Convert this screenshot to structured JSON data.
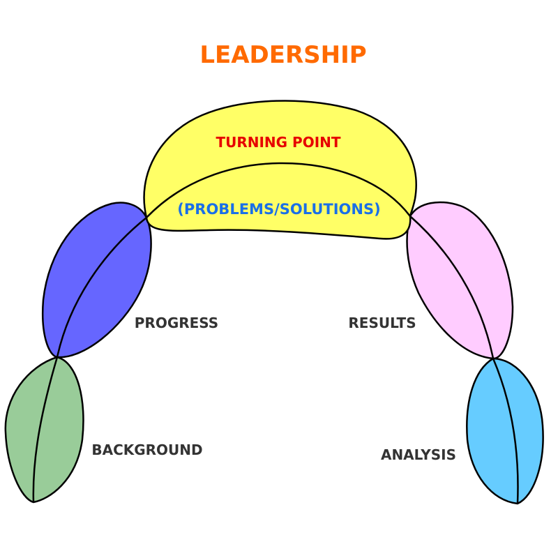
{
  "title": {
    "text": "LEADERSHIP",
    "color": "#ff6a00"
  },
  "arch": {
    "top": {
      "label": "TURNING POINT",
      "label_color": "#e60000",
      "sublabel": "(PROBLEMS/SOLUTIONS)",
      "sublabel_color": "#1a6fe8",
      "fill": "#ffff66"
    },
    "left_upper": {
      "label": "PROGRESS",
      "fill": "#6666ff"
    },
    "left_lower": {
      "label": "BACKGROUND",
      "fill": "#99cc99"
    },
    "right_upper": {
      "label": "RESULTS",
      "fill": "#ffccff"
    },
    "right_lower": {
      "label": "ANALYSIS",
      "fill": "#66ccff"
    },
    "label_color": "#333333",
    "outline_color": "#000000"
  }
}
